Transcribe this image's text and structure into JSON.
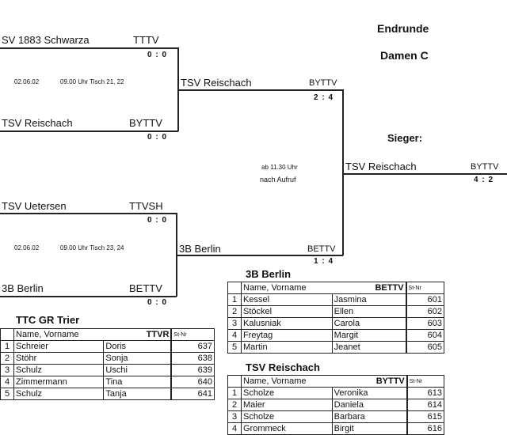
{
  "header": {
    "title": "Endrunde",
    "subtitle": "Damen C",
    "winner_label": "Sieger:"
  },
  "round1": [
    {
      "top": {
        "team": "SV 1883 Schwarza",
        "assoc": "TTTV",
        "score": "0 : 0"
      },
      "bottom": {
        "team": "TSV Reischach",
        "assoc": "BYTTV",
        "score": "0 : 0"
      },
      "date": "02.06.02",
      "time": "09.00 Uhr Tisch 21, 22"
    },
    {
      "top": {
        "team": "TSV Uetersen",
        "assoc": "TTVSH",
        "score": "0 : 0"
      },
      "bottom": {
        "team": "3B Berlin",
        "assoc": "BETTV",
        "score": "0 : 0"
      },
      "date": "02.06.02",
      "time": "09.00 Uhr Tisch 23, 24"
    }
  ],
  "round2": [
    {
      "team": "TSV Reischach",
      "assoc": "BYTTV",
      "score": "2 : 4"
    },
    {
      "team": "3B Berlin",
      "assoc": "BETTV",
      "score": "1 : 4"
    }
  ],
  "final": {
    "time": "ab 11.30 Uhr",
    "note": "nach Aufruf",
    "winner": {
      "team": "TSV Reischach",
      "assoc": "BYTTV",
      "score": "4 : 2"
    }
  },
  "rosters": [
    {
      "team": "TTC GR Trier",
      "header": "Name, Vorname",
      "assoc": "TTVR",
      "nr_label": "St-Nr",
      "players": [
        {
          "n": "1",
          "last": "Schreier",
          "first": "Doris",
          "nr": "637"
        },
        {
          "n": "2",
          "last": "Stöhr",
          "first": "Sonja",
          "nr": "638"
        },
        {
          "n": "3",
          "last": "Schulz",
          "first": "Uschi",
          "nr": "639"
        },
        {
          "n": "4",
          "last": "Zimmermann",
          "first": "Tina",
          "nr": "640"
        },
        {
          "n": "5",
          "last": "Schulz",
          "first": "Tanja",
          "nr": "641"
        }
      ]
    },
    {
      "team": "3B Berlin",
      "header": "Name, Vorname",
      "assoc": "BETTV",
      "nr_label": "St-Nr",
      "players": [
        {
          "n": "1",
          "last": "Kessel",
          "first": "Jasmina",
          "nr": "601"
        },
        {
          "n": "2",
          "last": "Stöckel",
          "first": "Ellen",
          "nr": "602"
        },
        {
          "n": "3",
          "last": "Kalusniak",
          "first": "Carola",
          "nr": "603"
        },
        {
          "n": "4",
          "last": "Freytag",
          "first": "Margit",
          "nr": "604"
        },
        {
          "n": "5",
          "last": "Martin",
          "first": "Jeanet",
          "nr": "605"
        }
      ]
    },
    {
      "team": "TSV Reischach",
      "header": "Name, Vorname",
      "assoc": "BYTTV",
      "nr_label": "St-Nr",
      "players": [
        {
          "n": "1",
          "last": "Scholze",
          "first": "Veronika",
          "nr": "613"
        },
        {
          "n": "2",
          "last": "Maier",
          "first": "Daniela",
          "nr": "614"
        },
        {
          "n": "3",
          "last": "Scholze",
          "first": "Barbara",
          "nr": "615"
        },
        {
          "n": "4",
          "last": "Grommeck",
          "first": "Birgit",
          "nr": "616"
        }
      ]
    }
  ]
}
